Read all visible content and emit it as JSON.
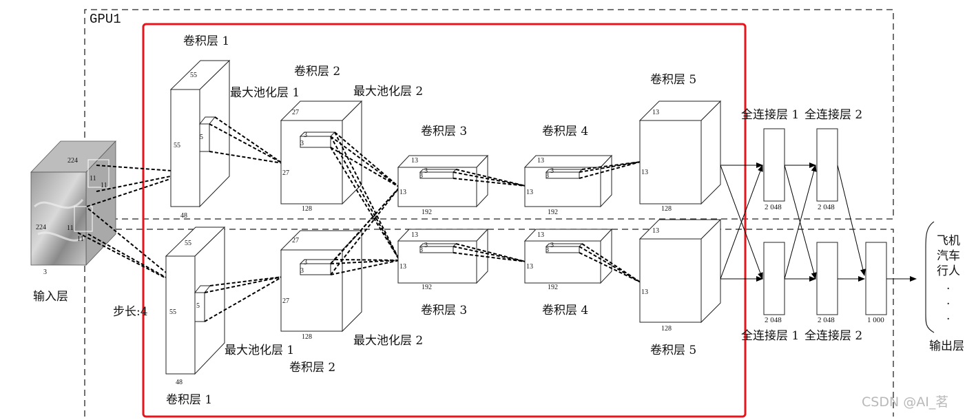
{
  "gpu_label": "GPU1",
  "input": {
    "label": "输入层",
    "width": "224",
    "height": "224",
    "depth": "3",
    "k1": "11",
    "k2": "11",
    "k3": "11",
    "k4": "11"
  },
  "stride_label": "步长:4",
  "conv1": {
    "label": "卷积层 1",
    "size_a": "55",
    "size_b": "55",
    "depth": "48",
    "kernel": "5"
  },
  "pool1": {
    "label": "最大池化层 1"
  },
  "conv2": {
    "label": "卷积层 2",
    "size_a": "27",
    "size_b": "27",
    "depth": "128",
    "kernel_a": "3",
    "kernel_b": "3"
  },
  "pool2": {
    "label": "最大池化层 2"
  },
  "conv3": {
    "label": "卷积层 3",
    "size_a": "13",
    "size_b": "13",
    "depth": "192",
    "kernel_a": "3",
    "kernel_b": "3"
  },
  "conv4": {
    "label": "卷积层 4",
    "size_a": "13",
    "size_b": "13",
    "depth": "192",
    "kernel_a": "3",
    "kernel_b": "3"
  },
  "conv5": {
    "label": "卷积层 5",
    "size_a": "13",
    "size_b": "13",
    "depth": "128"
  },
  "fc1": {
    "label": "全连接层 1",
    "units": "2 048"
  },
  "fc2": {
    "label": "全连接层 2",
    "units": "2 048"
  },
  "fc3": {
    "units": "1 000"
  },
  "output": {
    "label": "输出层",
    "classes": [
      "飞机",
      "汽车",
      "行人"
    ],
    "dots": "."
  },
  "watermark": "CSDN @AI_茗",
  "colors": {
    "highlight": "#e8141b",
    "line": "#000000",
    "watermark": "#b8b8b8"
  }
}
